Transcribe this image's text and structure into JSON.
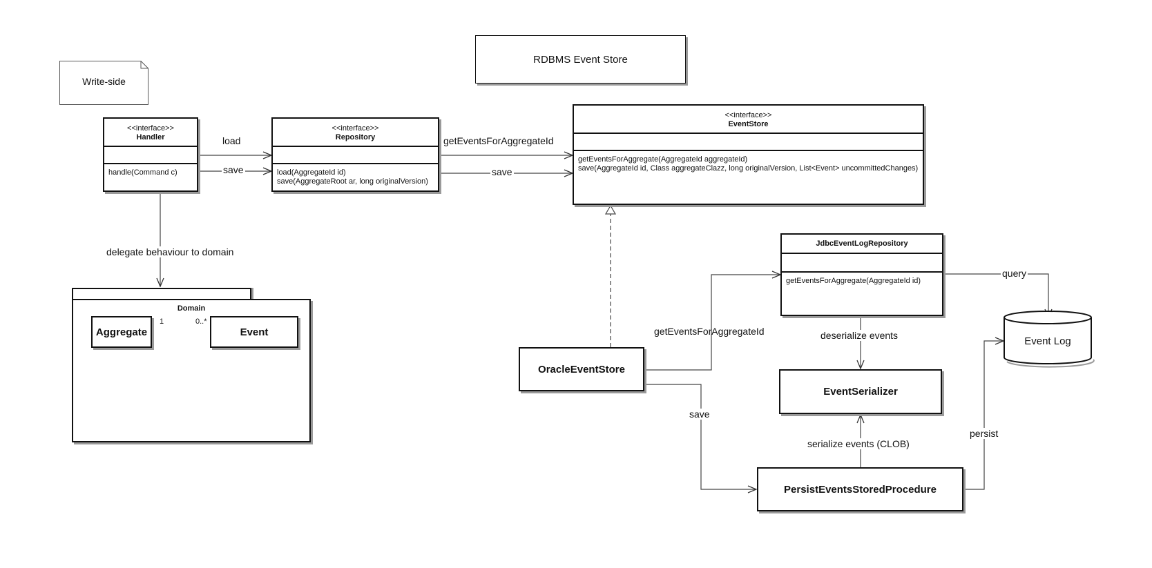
{
  "note": {
    "text": "Write-side"
  },
  "title_box": {
    "text": "RDBMS Event Store"
  },
  "handler": {
    "stereotype": "<<interface>>",
    "name": "Handler",
    "ops": [
      "handle(Command c)"
    ]
  },
  "repository": {
    "stereotype": "<<interface>>",
    "name": "Repository",
    "ops": [
      "load(AggregateId id)",
      "save(AggregateRoot ar, long originalVersion)"
    ]
  },
  "event_store": {
    "stereotype": "<<interface>>",
    "name": "EventStore",
    "ops": [
      "getEventsForAggregate(AggregateId aggregateId)",
      "save(AggregateId id, Class aggregateClazz, long originalVersion, List<Event> uncommittedChanges)"
    ]
  },
  "jdbc_repo": {
    "name": "JdbcEventLogRepository",
    "ops": [
      "getEventsForAggregate(AggregateId id)"
    ]
  },
  "domain": {
    "name": "Domain",
    "aggregate": "Aggregate",
    "event": "Event",
    "mult_left": "1",
    "mult_right": "0..*"
  },
  "oracle": {
    "name": "OracleEventStore"
  },
  "serializer": {
    "name": "EventSerializer"
  },
  "persist_proc": {
    "name": "PersistEventsStoredProcedure"
  },
  "event_log": {
    "name": "Event Log"
  },
  "labels": {
    "load": "load",
    "save_handler": "save",
    "get_events_repo": "getEventsForAggregateId",
    "save_repo": "save",
    "delegate": "delegate behaviour to domain",
    "get_events_oracle": "getEventsForAggregateId",
    "save_oracle": "save",
    "query": "query",
    "deserialize": "deserialize events",
    "serialize": "serialize events (CLOB)",
    "persist": "persist"
  }
}
